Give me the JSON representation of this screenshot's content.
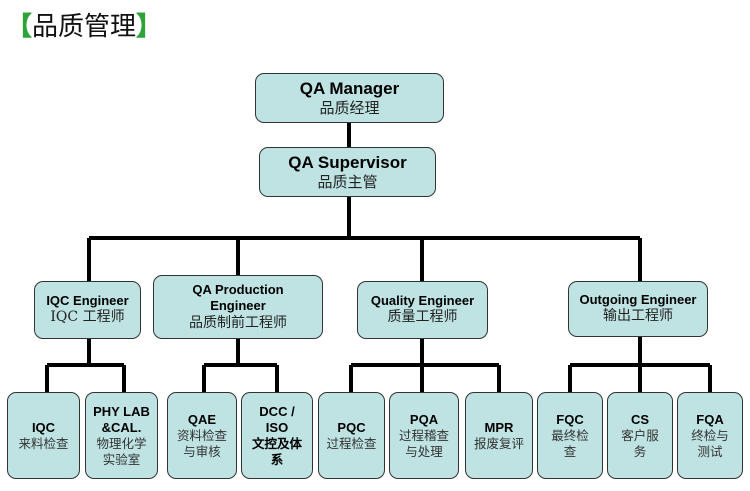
{
  "title": {
    "open": "【",
    "text": "品质管理",
    "close": "】"
  },
  "colors": {
    "node_fill": "#bfe3e3",
    "bracket": "#2fa33a",
    "line": "#000000"
  },
  "manager": {
    "en": "QA Manager",
    "zh": "品质经理"
  },
  "supervisor": {
    "en": "QA Supervisor",
    "zh": "品质主管"
  },
  "engineers": [
    {
      "en": "IQC Engineer",
      "zh": "IQC 工程师"
    },
    {
      "en": "QA Production Engineer",
      "zh": "品质制前工程师"
    },
    {
      "en": "Quality Engineer",
      "zh": "质量工程师"
    },
    {
      "en": "Outgoing Engineer",
      "zh": "输出工程师"
    }
  ],
  "leaves": [
    {
      "en": "IQC",
      "zh": "来料检查"
    },
    {
      "en": "PHY LAB &CAL.",
      "zh": "物理化学实验室"
    },
    {
      "en": "QAE",
      "zh": "资料检查与审核"
    },
    {
      "en": "DCC / ISO",
      "zh": "文控及体系"
    },
    {
      "en": "PQC",
      "zh": "过程检查"
    },
    {
      "en": "PQA",
      "zh": "过程稽查与处理"
    },
    {
      "en": "MPR",
      "zh": "报废复评"
    },
    {
      "en": "FQC",
      "zh": "最终检查"
    },
    {
      "en": "CS",
      "zh": "客户服务"
    },
    {
      "en": "FQA",
      "zh": "终检与测试"
    }
  ]
}
